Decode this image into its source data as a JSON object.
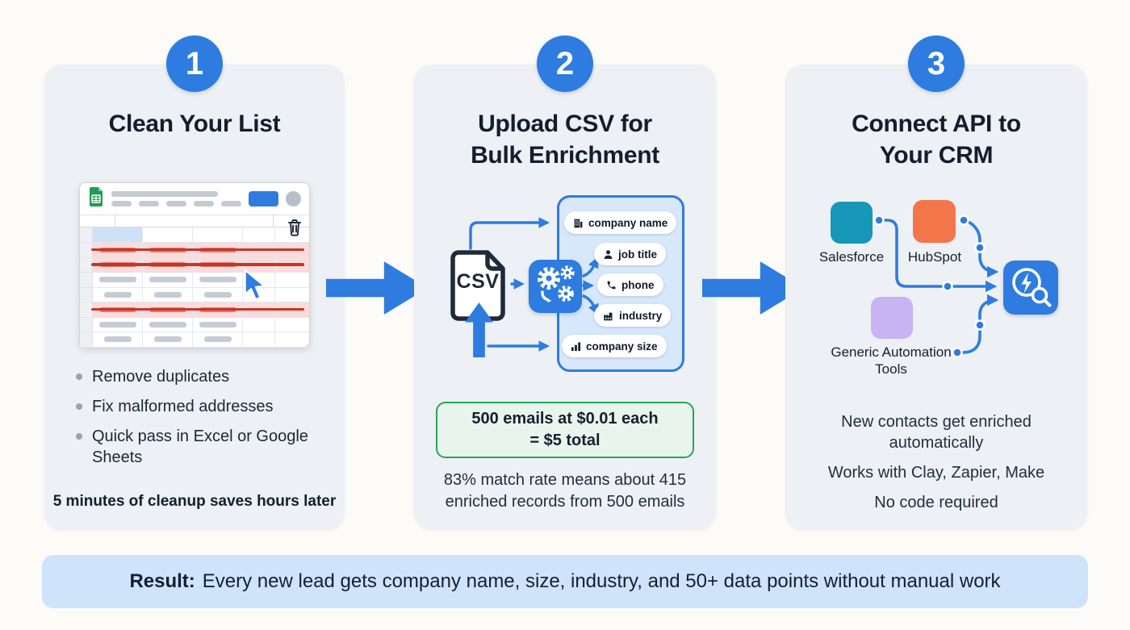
{
  "palette": {
    "accent_blue": "#2e7ce0",
    "navy_text": "#131d2d",
    "card_bg": "#edf0f4",
    "result_bar_bg": "#cfe3fb",
    "green_box_bg": "#e8f5ed",
    "green_box_border": "#2aa358",
    "red_row_bg": "#f9dcdb",
    "red_strike": "#c9342a",
    "salesforce_teal": "#1697b7",
    "hubspot_orange": "#f3764b",
    "generic_lavender": "#c8b4f2"
  },
  "steps": [
    {
      "number": "1",
      "title": "Clean Your List",
      "illustration_icons": [
        "sheets-icon",
        "trash-icon",
        "cursor-icon"
      ],
      "bullets": [
        "Remove duplicates",
        "Fix malformed addresses",
        "Quick pass in Excel or Google Sheets"
      ],
      "footnote": "5 minutes of cleanup saves hours later"
    },
    {
      "number": "2",
      "title": "Upload CSV for Bulk Enrichment",
      "csv_label": "CSV",
      "process_icon": "gears-icon",
      "fields": [
        {
          "icon": "building-icon",
          "label": "company name"
        },
        {
          "icon": "user-icon",
          "label": "job title"
        },
        {
          "icon": "phone-icon",
          "label": "phone"
        },
        {
          "icon": "factory-icon",
          "label": "industry"
        },
        {
          "icon": "bar-chart-icon",
          "label": "company size"
        }
      ],
      "price_box": {
        "line1": "500 emails at $0.01 each",
        "line2": "= $5 total"
      },
      "caption": "83% match rate means about 415 enriched records from 500 emails"
    },
    {
      "number": "3",
      "title": "Connect API to Your CRM",
      "integrations": [
        {
          "label": "Salesforce",
          "color": "#1697b7"
        },
        {
          "label": "HubSpot",
          "color": "#f3764b"
        },
        {
          "label": "Generic Automation Tools",
          "color": "#c8b4f2"
        }
      ],
      "api_icon": "enrichment-api-icon",
      "notes": [
        "New contacts get enriched automatically",
        "Works with Clay, Zapier, Make",
        "No code required"
      ]
    }
  ],
  "result": {
    "label": "Result:",
    "text": "Every new lead gets company name, size, industry, and 50+ data points without manual work"
  }
}
